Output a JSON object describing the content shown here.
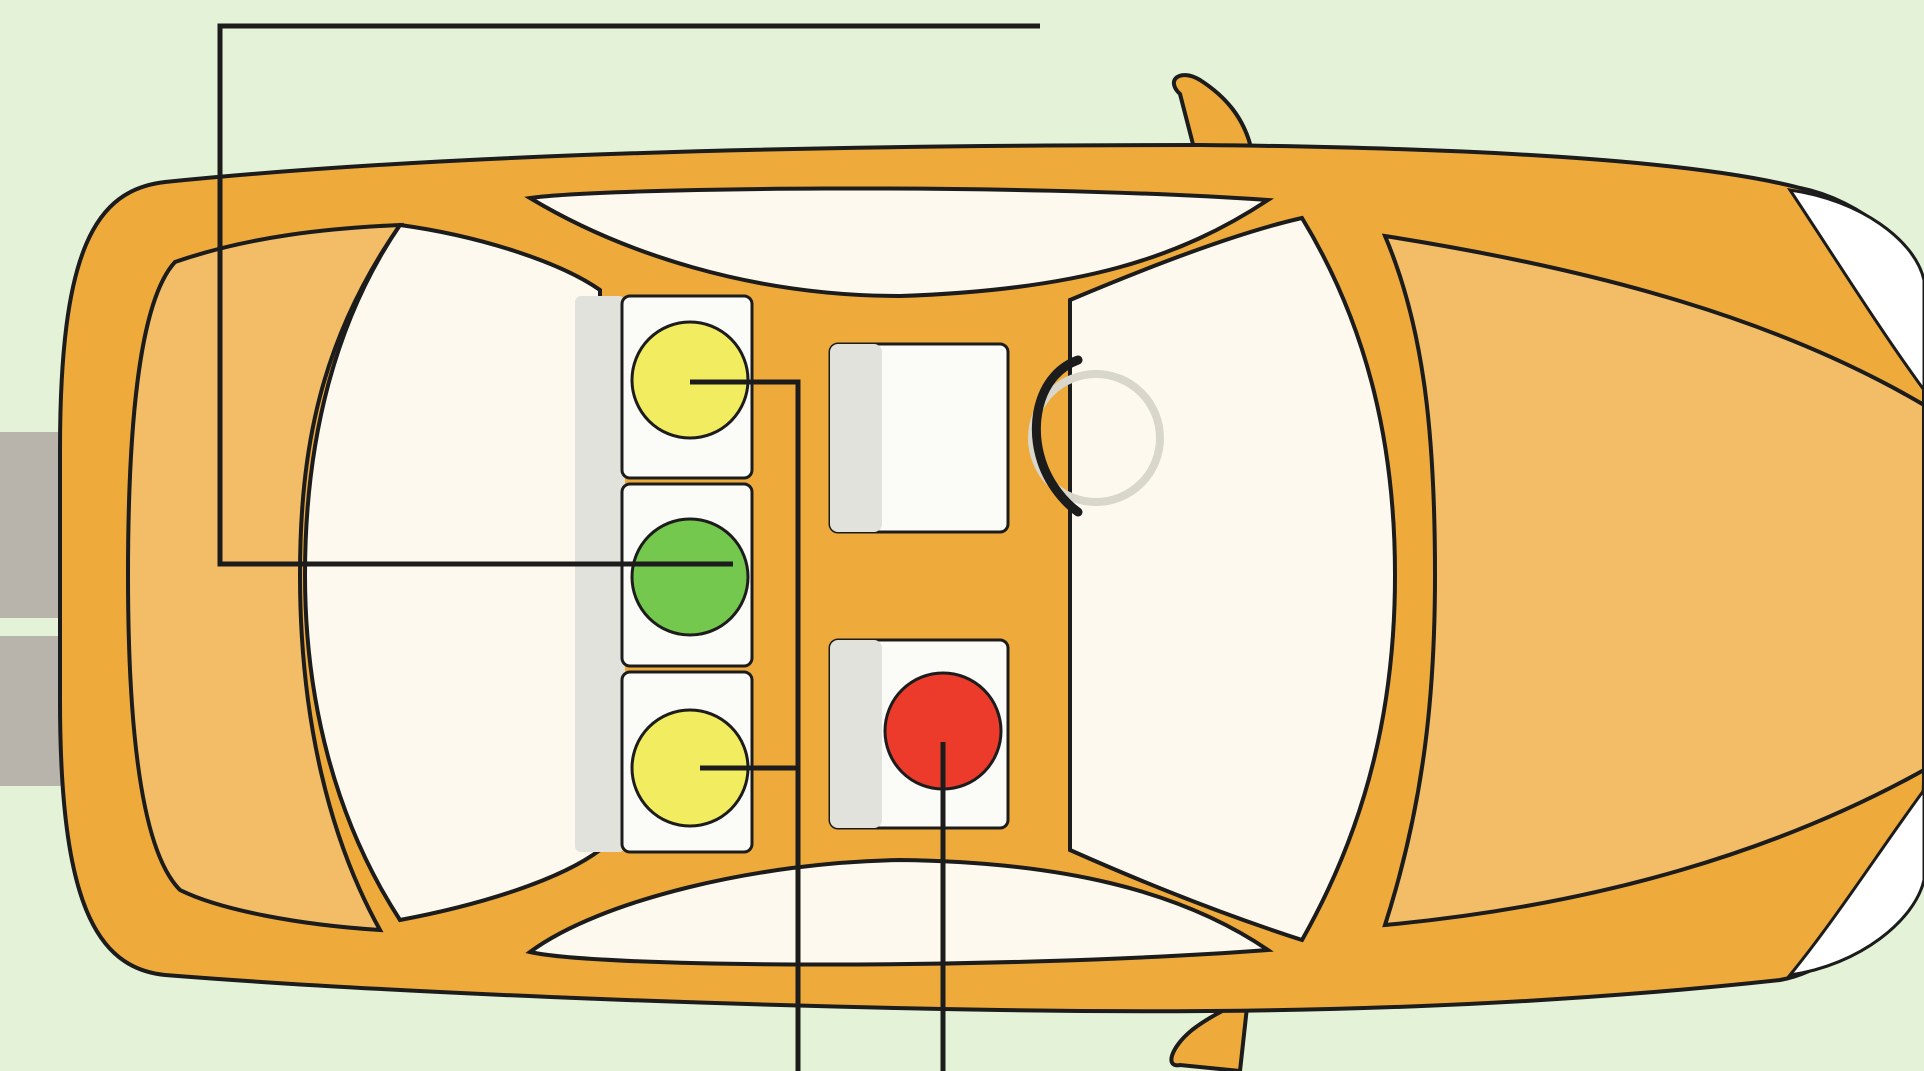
{
  "diagram": {
    "colors": {
      "background": "#e4f3d8",
      "car_body": "#eeab3c",
      "car_panel": "#f2bd66",
      "glass": "#fdf9ee",
      "outline": "#1c1c1c",
      "seat": "#fbfbf8",
      "seat_back": "#e2e2dc",
      "driveway": "#b9b4ab",
      "headlight": "#ffffff",
      "steering_wheel": "#1c1c1c",
      "occupant_yellow": "#f2ec60",
      "occupant_green": "#74c84e",
      "occupant_red": "#ec3b2b",
      "leader_line": "#1c1c1c"
    },
    "view": "top-down",
    "seating": {
      "rear_row": [
        {
          "seat": "rear-left",
          "status_color": "yellow"
        },
        {
          "seat": "rear-center",
          "status_color": "green"
        },
        {
          "seat": "rear-right",
          "status_color": "yellow"
        }
      ],
      "front_row": [
        {
          "seat": "front-left",
          "occupied": false
        },
        {
          "seat": "front-right",
          "status_color": "red"
        }
      ]
    },
    "icons": [
      "steering-wheel-icon"
    ]
  }
}
